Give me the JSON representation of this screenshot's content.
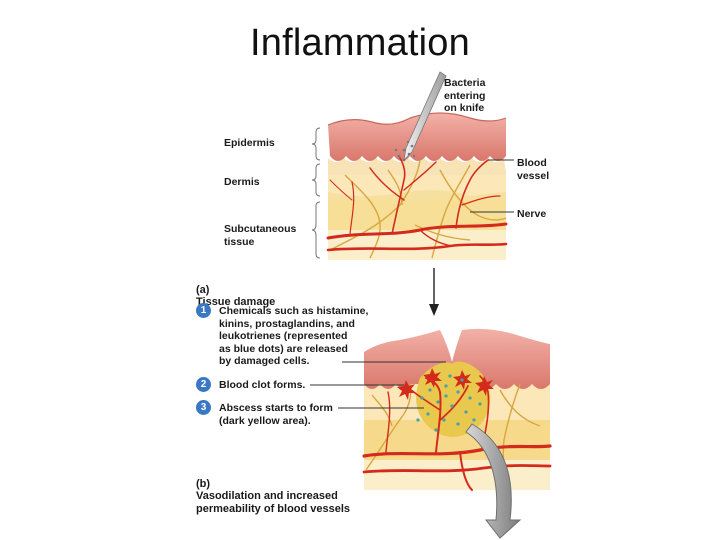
{
  "title": "Inflammation",
  "labels": {
    "bacteria": "Bacteria\nentering\non knife",
    "epidermis": "Epidermis",
    "dermis": "Dermis",
    "subcutaneous": "Subcutaneous\ntissue",
    "blood_vessel": "Blood\nvessel",
    "nerve": "Nerve"
  },
  "panel_a": {
    "tag": "(a)",
    "caption": "Tissue damage"
  },
  "steps": [
    {
      "num": "1",
      "text": "Chemicals such as histamine,\nkinins, prostaglandins, and\nleukotrienes (represented\nas blue dots) are released\nby damaged cells."
    },
    {
      "num": "2",
      "text": "Blood clot forms."
    },
    {
      "num": "3",
      "text": "Abscess starts to form\n(dark yellow area)."
    }
  ],
  "panel_b": {
    "tag": "(b)",
    "caption": "Vasodilation and increased\npermeability of blood vessels"
  },
  "colors": {
    "epidermis": "#e8958a",
    "dermis": "#fbe7b8",
    "subcutaneous": "#f6d98a",
    "vessel": "#d42a1c",
    "nerve": "#d8a640",
    "abscess": "#e9c84e",
    "chemical_dots": "#4aa0a8",
    "step_badge": "#3b78c4"
  }
}
